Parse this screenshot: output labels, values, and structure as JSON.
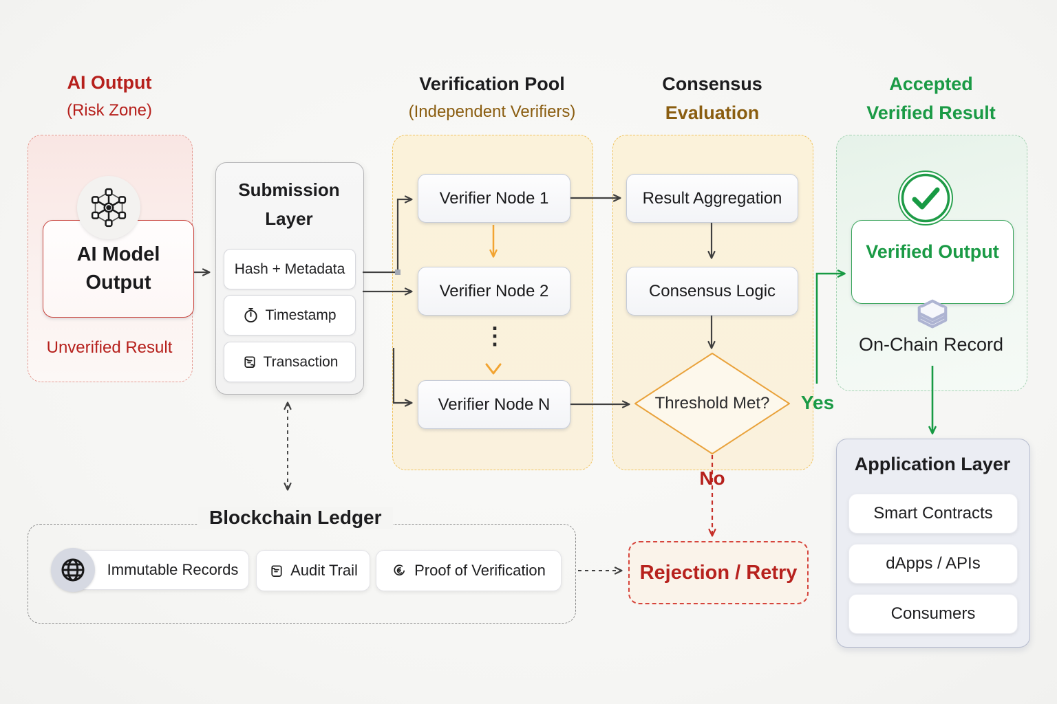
{
  "headers": {
    "ai": {
      "line1": "AI Output",
      "line2": "(Risk Zone)"
    },
    "pool": {
      "line1": "Verification Pool",
      "line2": "(Independent Verifiers)"
    },
    "consensus": {
      "line1": "Consensus",
      "line2": "Evaluation"
    },
    "accepted": {
      "line1": "Accepted",
      "line2": "Verified Result"
    }
  },
  "ai_zone": {
    "box_label": "AI Model Output",
    "caption": "Unverified Result",
    "icon": "neural-network-icon"
  },
  "submission": {
    "title": "Submission Layer",
    "items": [
      {
        "label": "Hash + Metadata",
        "icon": null
      },
      {
        "label": "Timestamp",
        "icon": "clock-icon"
      },
      {
        "label": "Transaction",
        "icon": "scroll-icon"
      }
    ]
  },
  "verification": {
    "nodes": [
      "Verifier Node 1",
      "Verifier Node 2",
      "Verifier Node N"
    ],
    "ellipsis": "⋮"
  },
  "consensus": {
    "boxes": [
      "Result Aggregation",
      "Consensus Logic"
    ],
    "decision": "Threshold Met?",
    "yes": "Yes",
    "no": "No"
  },
  "accepted": {
    "output": "Verified Output",
    "record": "On-Chain Record",
    "icons": [
      "check-circle-icon",
      "layers-stack-icon"
    ]
  },
  "application": {
    "title": "Application Layer",
    "items": [
      "Smart Contracts",
      "dApps / APIs",
      "Consumers"
    ]
  },
  "ledger": {
    "title": "Blockchain Ledger",
    "items": [
      {
        "label": "Immutable Records",
        "icon": "globe-icon"
      },
      {
        "label": "Audit Trail",
        "icon": "scroll-icon"
      },
      {
        "label": "Proof of Verification",
        "icon": "seal-icon"
      }
    ]
  },
  "rejection": {
    "label": "Rejection / Retry"
  },
  "colors": {
    "red_text": "#b6201c",
    "gold_text": "#8a5d10",
    "green_text": "#1a9a45",
    "orange_line": "#f2a431",
    "dark_line": "#3f3f3f",
    "yellow_border": "#f0c25c",
    "red_border": "#e49a91",
    "green_border": "#a4d2b2"
  }
}
